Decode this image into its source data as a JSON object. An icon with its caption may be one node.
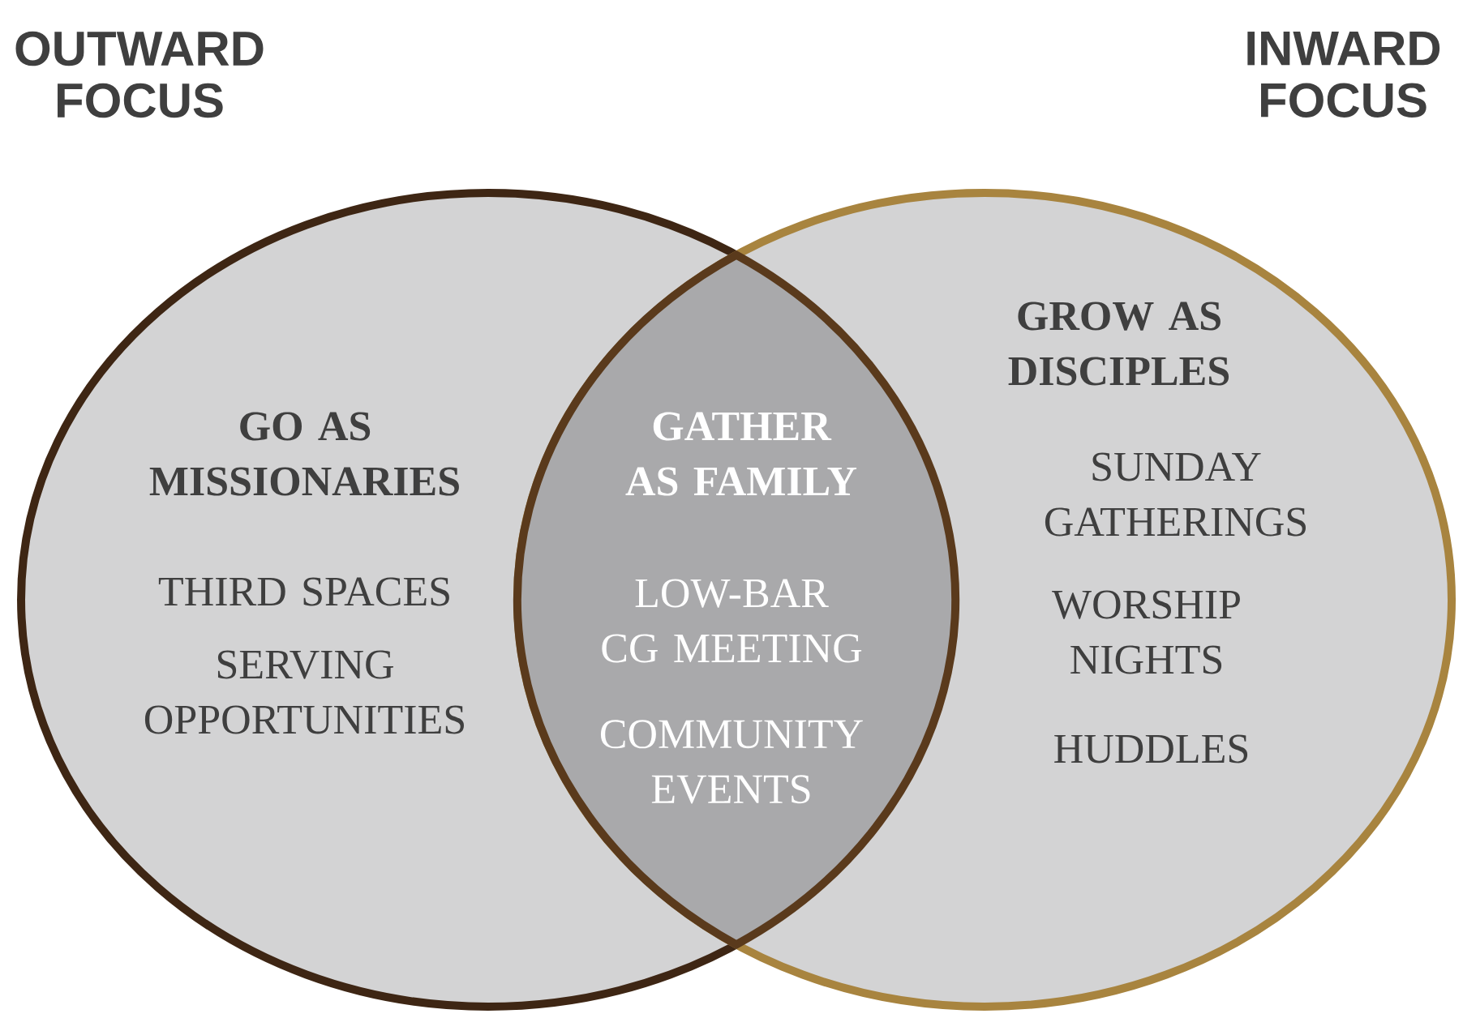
{
  "diagram": {
    "nodes": [
      {
        "text": [
          "OUTWARD FOCUS",
          "GO AS MISSIONARIES",
          "THIRD SPACES",
          "SERVING OPPORTUNITIES"
        ]
      },
      {
        "text": [
          "INWARD FOCUS",
          "GROW AS DISCIPLES",
          "SUNDAY GATHERINGS",
          "WORSHIP NIGHTS",
          "HUDDLES"
        ]
      },
      {
        "text": [
          "GATHER AS FAMILY",
          "LOW-BAR CG MEETING",
          "COMMUNITY EVENTS"
        ]
      }
    ]
  }
}
